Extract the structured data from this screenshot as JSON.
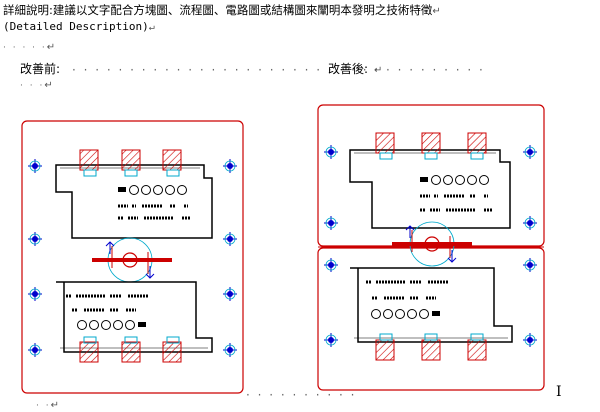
{
  "doc": {
    "heading": "詳細說明:建議以文字配合方塊圖、流程圖、電路圖或結構圖來闡明本發明之技術特徵",
    "subheading": "(Detailed Description)",
    "before_label": "改善前:",
    "after_label": "改善後:",
    "paragraph_mark": "↵",
    "end_cursor": "I"
  }
}
